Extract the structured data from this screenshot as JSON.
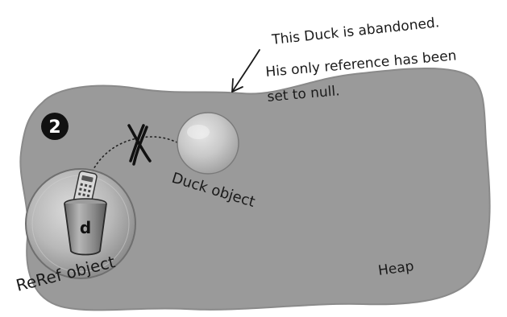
{
  "step_number": "2",
  "annotation": {
    "line1": "This Duck is abandoned.",
    "line2": "His only reference has been",
    "line3": "set to null."
  },
  "labels": {
    "duck_object": "Duck object",
    "reref_object": "ReRef object",
    "heap": "Heap",
    "reference_variable": "d"
  },
  "colors": {
    "heap_fill": "#9a9a9a",
    "heap_edge": "#858585",
    "ink": "#1a1a1a",
    "badge": "#111111",
    "badge_text": "#ffffff"
  },
  "icons": [
    "remote-control-icon",
    "cup-icon",
    "cross-out-icon",
    "arrow-icon"
  ]
}
